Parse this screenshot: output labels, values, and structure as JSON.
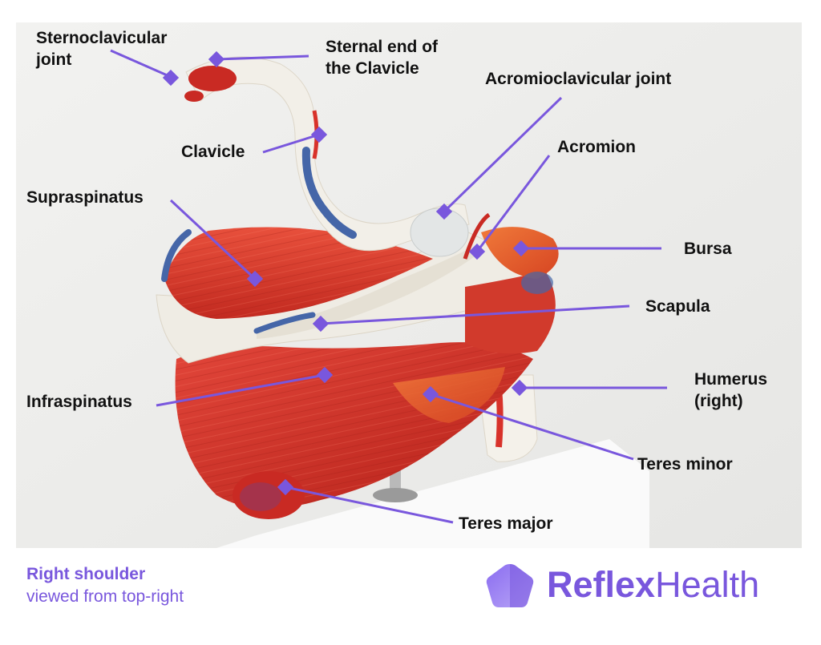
{
  "labels": {
    "sternoclavicular": [
      "Sternoclavicular",
      "joint"
    ],
    "sternal_end": [
      "Sternal end of",
      "the Clavicle"
    ],
    "acromioclavicular": "Acromioclavicular joint",
    "clavicle": "Clavicle",
    "acromion": "Acromion",
    "supraspinatus": "Supraspinatus",
    "bursa": "Bursa",
    "scapula": "Scapula",
    "humerus": [
      "Humerus",
      "(right)"
    ],
    "infraspinatus": "Infraspinatus",
    "teres_minor": "Teres minor",
    "teres_major": "Teres major"
  },
  "caption": {
    "title": "Right shoulder",
    "subtitle": "viewed from top-right"
  },
  "brand": {
    "name_bold": "Reflex",
    "name_light": "Health",
    "logo_icon": "pentagon-logo-icon"
  },
  "colors": {
    "accent": "#7957dd",
    "muscle": "#d8322a",
    "bone": "#efece4",
    "vessel_blue": "#4566a8",
    "background": "#f4f4f2"
  }
}
